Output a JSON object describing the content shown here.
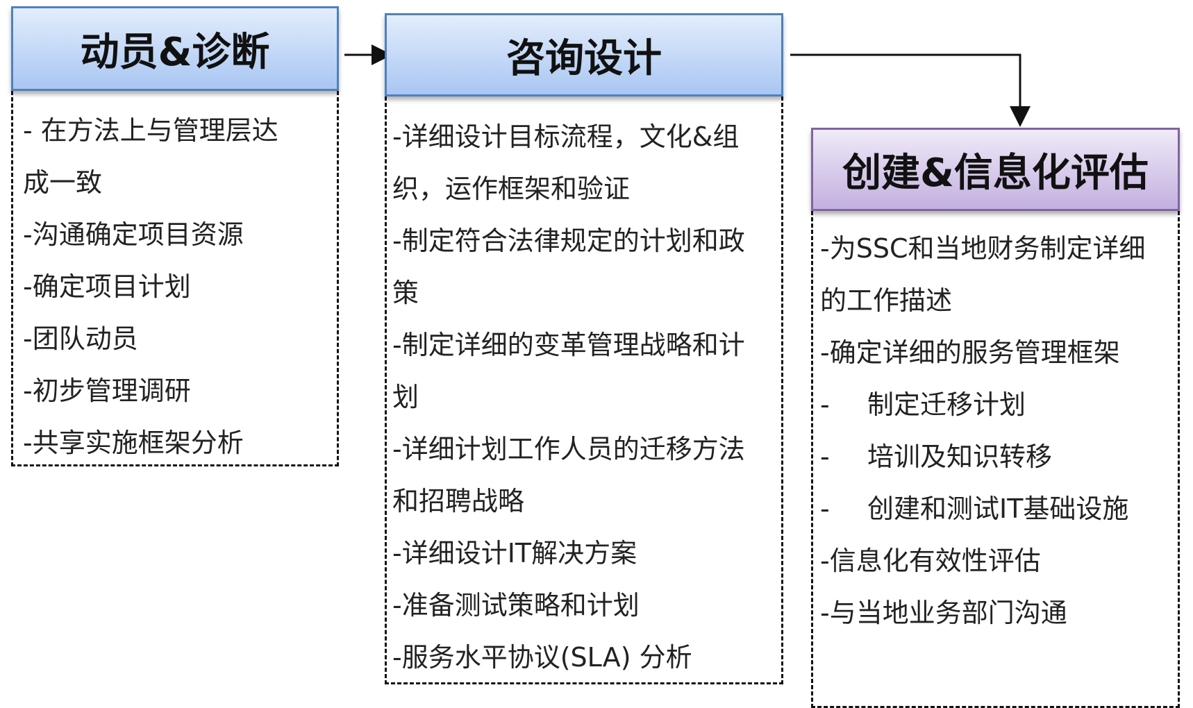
{
  "stages": [
    {
      "title": "动员&诊断",
      "lines": [
        "- 在方法上与管理层达",
        "成一致",
        "-沟通确定项目资源",
        "-确定项目计划",
        "-团队动员",
        "-初步管理调研",
        "-共享实施框架分析"
      ]
    },
    {
      "title": "咨询设计",
      "lines": [
        "-详细设计目标流程，文化&组",
        "织，运作框架和验证",
        "-制定符合法律规定的计划和政",
        "策",
        "-制定详细的变革管理战略和计",
        "划",
        "-详细计划工作人员的迁移方法",
        "和招聘战略",
        "-详细设计IT解决方案",
        "-准备测试策略和计划",
        "-服务水平协议(SLA) 分析"
      ]
    },
    {
      "title": "创建&信息化评估",
      "lines": [
        "-为SSC和当地财务制定详细",
        "的工作描述",
        "-确定详细的服务管理框架"
      ],
      "sub_items": [
        "制定迁移计划",
        "培训及知识转移",
        "创建和测试IT基础设施"
      ],
      "sub_dash": "-",
      "tail_lines": [
        "-信息化有效性评估",
        "-与当地业务部门沟通"
      ]
    }
  ],
  "colors": {
    "blue_border": "#4f81bd",
    "purple_border": "#8064a2"
  }
}
